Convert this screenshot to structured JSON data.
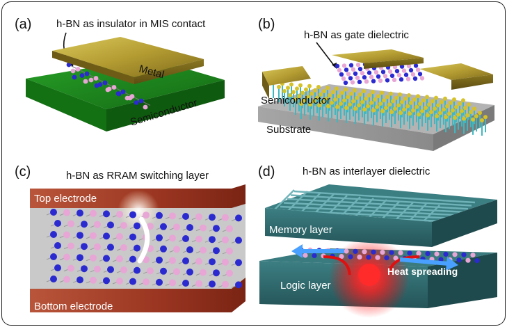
{
  "panels": {
    "a": {
      "letter": "(a)",
      "title": "h-BN as insulator in MIS contact",
      "metal": "Metal",
      "semiconductor": "Semiconductor"
    },
    "b": {
      "letter": "(b)",
      "title": "h-BN as gate dielectric",
      "semiconductor": "Semiconductor",
      "substrate": "Substrate"
    },
    "c": {
      "letter": "(c)",
      "title": "h-BN as RRAM switching layer",
      "top": "Top electrode",
      "bottom": "Bottom electrode"
    },
    "d": {
      "letter": "(d)",
      "title": "h-BN as interlayer dielectric",
      "memory": "Memory layer",
      "logic": "Logic layer",
      "heat": "Heat spreading"
    }
  },
  "colors": {
    "boron": "#e8a6d6",
    "nitrogen": "#2a2ad0",
    "metal": "#b9a63a",
    "semiconductor_green": "#1f8a1f",
    "electrode": "#a8402a",
    "teal_layer": "#2f6a6e",
    "heat": "#ff2020"
  }
}
